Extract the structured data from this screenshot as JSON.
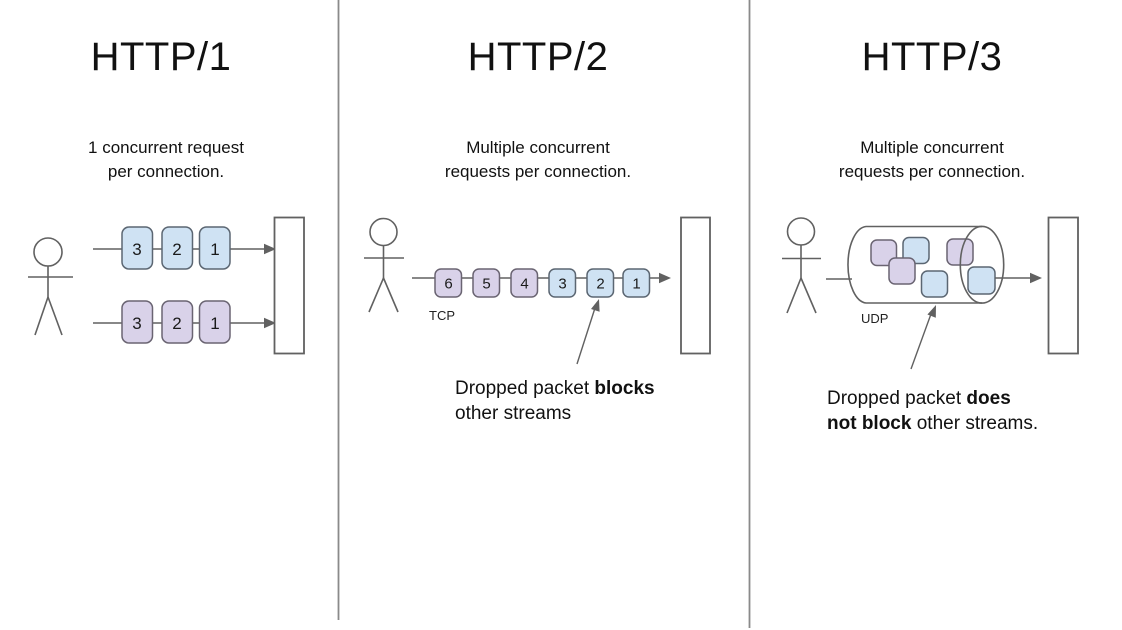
{
  "panels": [
    {
      "id": "http1",
      "title": "HTTP/1",
      "subtitle_line1": "1 concurrent request",
      "subtitle_line2": "per connection.",
      "rows": [
        {
          "labels": [
            "3",
            "2",
            "1"
          ]
        },
        {
          "labels": [
            "3",
            "2",
            "1"
          ]
        }
      ]
    },
    {
      "id": "http2",
      "title": "HTTP/2",
      "subtitle_line1": "Multiple concurrent",
      "subtitle_line2": "requests per connection.",
      "protocol_label": "TCP",
      "packets": [
        "6",
        "5",
        "4",
        "3",
        "2",
        "1"
      ],
      "caption": {
        "part1": "Dropped packet ",
        "bold1": "blocks",
        "part2": "other streams"
      }
    },
    {
      "id": "http3",
      "title": "HTTP/3",
      "subtitle_line1": "Multiple concurrent",
      "subtitle_line2": "requests per connection.",
      "protocol_label": "UDP",
      "caption": {
        "part1": "Dropped packet ",
        "bold1": "does",
        "bold2": "not block",
        "part2": " other streams."
      }
    }
  ],
  "colors": {
    "packet_blue": "#cfe2f3",
    "packet_purple": "#d9d2e9",
    "stroke_gray": "#616161",
    "divider_gray": "#8a8a8a"
  }
}
